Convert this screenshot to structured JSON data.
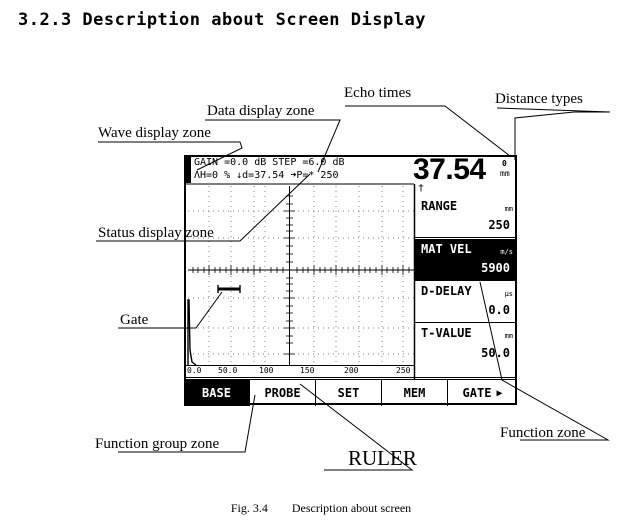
{
  "heading": "3.2.3 Description about Screen Display",
  "labels": {
    "echo_times": "Echo times",
    "distance_types": "Distance types",
    "data_display_zone": "Data display zone",
    "wave_display_zone": "Wave display zone",
    "status_display_zone": "Status display zone",
    "gate": "Gate",
    "function_group_zone": "Function group zone",
    "function_zone": "Function zone",
    "ruler": "RULER"
  },
  "screen": {
    "status_line1": "GAIN =0.0  dB STEP =6.0 dB",
    "status_line2": "ΛH=0 %  ↓d=37.54  ➜P=*       250",
    "data_value": "37.54",
    "echo_count": "0",
    "distance_unit": "mm",
    "marker_glyph": "†",
    "functions": [
      {
        "name": "RANGE",
        "unit": "mm",
        "value": "250",
        "highlighted": false
      },
      {
        "name": "MAT VEL",
        "unit": "m/s",
        "value": "5900",
        "highlighted": true
      },
      {
        "name": "D-DELAY",
        "unit": "μs",
        "value": "0.0",
        "highlighted": false
      },
      {
        "name": "T-VALUE",
        "unit": "mm",
        "value": "50.0",
        "highlighted": false
      }
    ],
    "scale": [
      "0.0",
      "50.0",
      "100",
      "150",
      "200",
      "250"
    ],
    "function_groups": [
      "BASE",
      "PROBE",
      "SET",
      "MEM",
      "GATE"
    ],
    "active_group": "BASE",
    "more_icon": "triangle-right-icon"
  },
  "caption": {
    "number": "Fig. 3.4",
    "text": "Description about screen"
  }
}
